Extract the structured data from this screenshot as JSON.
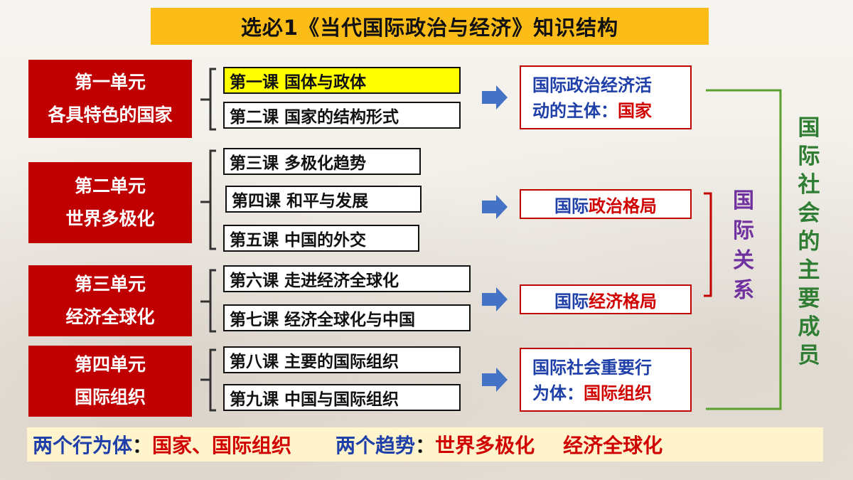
{
  "title": "选必1《当代国际政治与经济》知识结构",
  "units": [
    {
      "line1": "第一单元",
      "line2": "各具特色的国家"
    },
    {
      "line1": "第二单元",
      "line2": "世界多极化"
    },
    {
      "line1": "第三单元",
      "line2": "经济全球化"
    },
    {
      "line1": "第四单元",
      "line2": "国际组织"
    }
  ],
  "lessons": [
    "第一课 国体与政体",
    "第二课  国家的结构形式",
    "第三课 多极化趋势",
    "第四课  和平与发展",
    "第五课  中国的外交",
    "第六课 走进经济全球化",
    "第七课 经济全球化与中国",
    "第八课 主要的国际组织",
    "第九课 中国与国际组织"
  ],
  "results": {
    "r1_line1": "国际政治经济活",
    "r1_line2_prefix": "动的主体：",
    "r1_line2_red": "国家",
    "r2_prefix": "国际",
    "r2_red": "政治格局",
    "r3_prefix": "国际",
    "r3_red": "经济格局",
    "r4_line1": "国际社会重要行",
    "r4_line2_prefix": "为体：",
    "r4_line2_red": "国际组织"
  },
  "relations": "国\n际\n关\n系",
  "members": "国\n际\n社\n会\n的\n主\n要\n成\n员",
  "bottom": {
    "label1": "两个行为体",
    "colon1": "：",
    "value1": "国家、国际组织",
    "label2": "两个趋势",
    "colon2": "：",
    "value2a": "世界多极化",
    "value2b": "经济全球化"
  },
  "colors": {
    "title_bg": "#fbbc18",
    "unit_bg": "#c00000",
    "highlight": "#ffff00",
    "blue_text": "#1f3fa8",
    "red_text": "#d00000",
    "purple_text": "#7030a0",
    "green_text": "#2e7d32",
    "arrow": "#4472c4"
  }
}
